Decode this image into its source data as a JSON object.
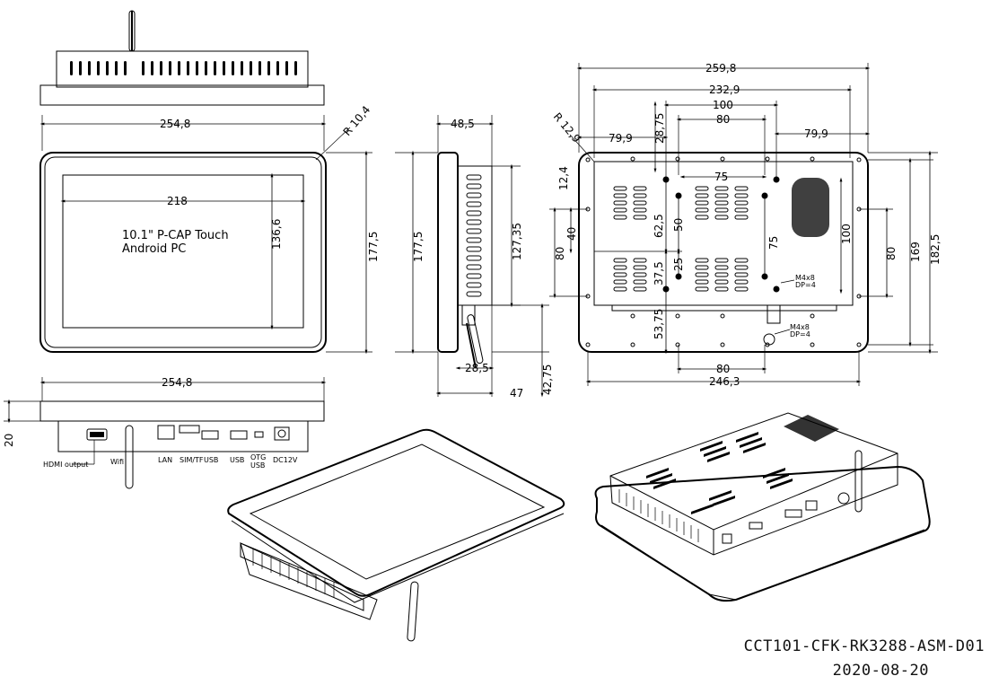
{
  "drawing_code": "CCT101-CFK-RK3288-ASM-D01",
  "drawing_date": "2020-08-20",
  "front_view": {
    "width_dim": "254,8",
    "corner_radius": "R 10,4",
    "display_width": "218",
    "display_height": "136,6",
    "height_dim": "177,5",
    "product_label_line1": "10.1\" P-CAP Touch",
    "product_label_line2": "Android PC"
  },
  "side_view": {
    "depth_dim": "48,5",
    "height_dim": "177,5",
    "housing_height": "127,35",
    "antenna_offset": "28,5",
    "total_depth": "47",
    "antenna_height": "42,75"
  },
  "back_view": {
    "corner_radius": "R 12,9",
    "overall_width": "259,8",
    "hole_span_232": "232,9",
    "hole_span_100": "100",
    "hole_span_80_top": "80",
    "left_offset": "79,9",
    "right_offset": "79,9",
    "offset_28": "28,75",
    "offset_12": "12,4",
    "inner_75": "75",
    "dim_62": "62,5",
    "dim_50": "50",
    "dim_75_vertical": "75",
    "dim_100_vertical": "100",
    "dim_40": "40",
    "dim_80_left": "80",
    "dim_80_right": "80",
    "dim_169": "169",
    "dim_182": "182,5",
    "dim_37": "37,5",
    "dim_25": "25",
    "dim_53": "53,75",
    "dim_80_bottom": "80",
    "dim_246": "246,3",
    "screw_note_1a": "M4x8",
    "screw_note_1b": "DP=4",
    "screw_note_2a": "M4x8",
    "screw_note_2b": "DP=4"
  },
  "bottom_view": {
    "width_dim": "254,8",
    "height_dim": "20",
    "ports": {
      "hdmi": "HDMI output",
      "wifi": "Wifi",
      "lan": "LAN",
      "sim": "SIM/TF",
      "usb1": "USB",
      "usb2": "USB",
      "otg_line1": "OTG",
      "otg_line2": "USB",
      "dc": "DC12V"
    }
  }
}
